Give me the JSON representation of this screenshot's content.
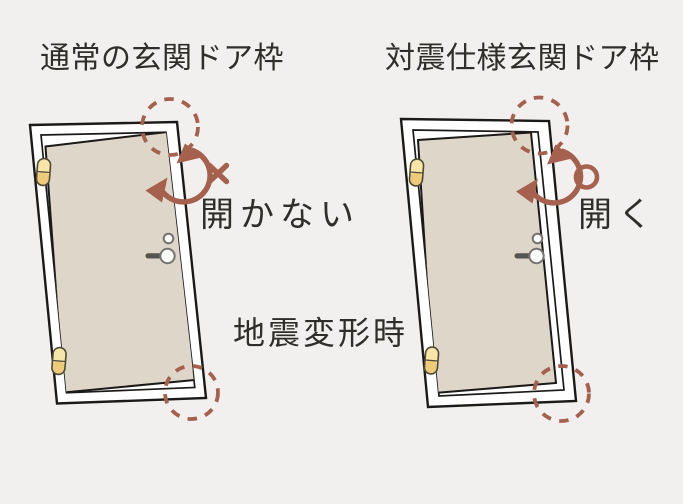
{
  "figure": {
    "caption": "地震変形時",
    "panels": {
      "normal": {
        "title": "通常の玄関ドア枠",
        "result": "開かない",
        "mark": "✕",
        "mark_meaning": "cannot-open"
      },
      "quake_resistant": {
        "title": "対震仕様玄関ドア枠",
        "result": "開く",
        "mark": "○",
        "mark_meaning": "can-open"
      }
    },
    "icons": {
      "rotation_arrow": "curved double-headed arrow",
      "deformation_ring": "dashed highlight circle",
      "hinge": "door hinge",
      "door_knob": "door knob and lever"
    },
    "colors": {
      "background": "#f1f0ee",
      "accent": "#a5614d",
      "text": "#2f2e2b",
      "line": "#1b1a18",
      "door_panel": "#ddd6c9",
      "frame": "#ffffff",
      "hinge_light": "#f8e6a8",
      "hinge_dark": "#eecb79"
    }
  }
}
